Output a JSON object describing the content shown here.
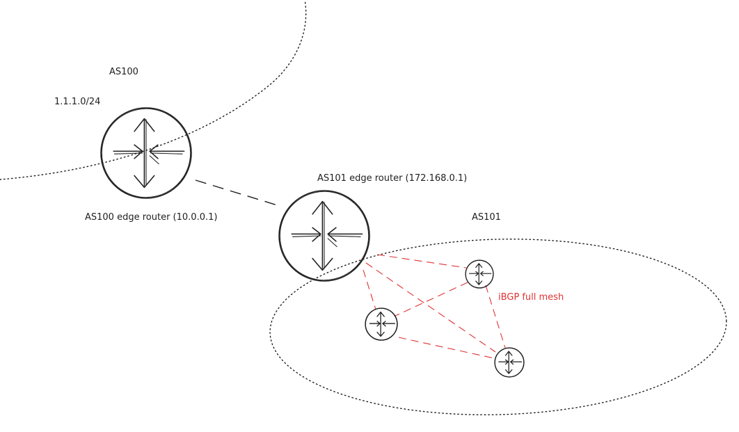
{
  "labels": {
    "as100": "AS100",
    "as100_prefix": "1.1.1.0/24",
    "as100_edge_router": "AS100 edge router (10.0.0.1)",
    "as101_edge_router": "AS101 edge router (172.168.0.1)",
    "as101": "AS101",
    "ibgp": "iBGP full mesh"
  },
  "colors": {
    "ink": "#1e1e1e",
    "ibgp_link": "#e03131"
  },
  "icons": {
    "router": "router-icon"
  }
}
